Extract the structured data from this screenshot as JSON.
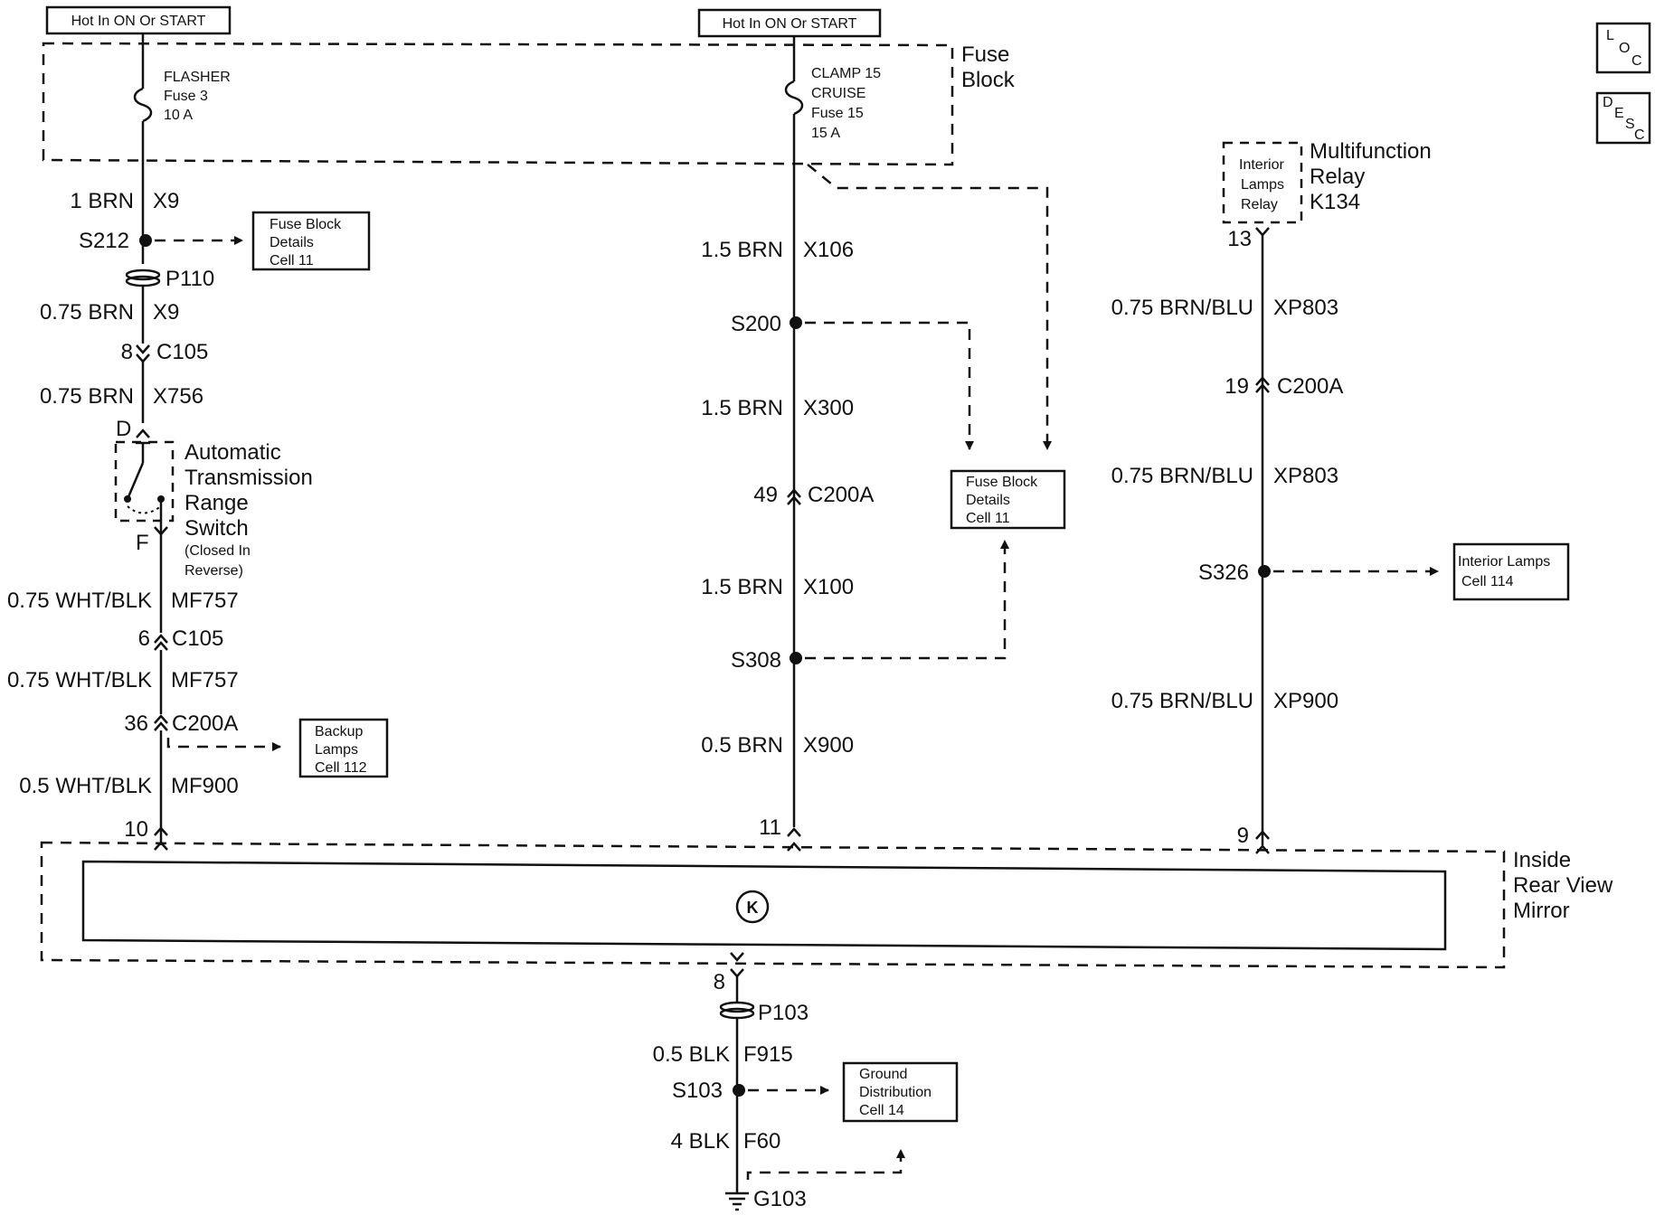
{
  "hot_left": "Hot In ON Or START",
  "hot_mid": "Hot In ON Or START",
  "fuse_block": [
    "Fuse",
    "Block"
  ],
  "fuse3": [
    "FLASHER",
    "Fuse 3",
    "10 A"
  ],
  "fuse15": [
    "CLAMP 15",
    "CRUISE",
    "Fuse 15",
    "15 A"
  ],
  "icons": {
    "loc": [
      "L",
      "O",
      "C"
    ],
    "desc": [
      "D",
      "E",
      "S",
      "C"
    ]
  },
  "left": {
    "w1_gauge": "1 BRN",
    "w1_circuit": "X9",
    "splice1": "S212",
    "ref1": [
      "Fuse Block",
      "Details",
      "Cell 11"
    ],
    "p110": "P110",
    "w2_gauge": "0.75 BRN",
    "w2_circuit": "X9",
    "c105a_pin": "8",
    "c105a": "C105",
    "w3_gauge": "0.75 BRN",
    "w3_circuit": "X756",
    "pin_d": "D",
    "pin_f": "F",
    "switch": [
      "Automatic",
      "Transmission",
      "Range",
      "Switch"
    ],
    "switch_note": [
      "(Closed In",
      "Reverse)"
    ],
    "w4_gauge": "0.75 WHT/BLK",
    "w4_circuit": "MF757",
    "c105b_pin": "6",
    "c105b": "C105",
    "w5_gauge": "0.75 WHT/BLK",
    "w5_circuit": "MF757",
    "c200a_pin": "36",
    "c200a": "C200A",
    "ref2": [
      "Backup",
      "Lamps",
      "Cell 112"
    ],
    "w6_gauge": "0.5 WHT/BLK",
    "w6_circuit": "MF900",
    "mirror_pin": "10"
  },
  "mid": {
    "w1_gauge": "1.5 BRN",
    "w1_circuit": "X106",
    "splice1": "S200",
    "w2_gauge": "1.5 BRN",
    "w2_circuit": "X300",
    "c200a_pin": "49",
    "c200a": "C200A",
    "w3_gauge": "1.5 BRN",
    "w3_circuit": "X100",
    "splice2": "S308",
    "w4_gauge": "0.5 BRN",
    "w4_circuit": "X900",
    "mirror_pin": "11",
    "ref": [
      "Fuse Block",
      "Details",
      "Cell 11"
    ]
  },
  "right": {
    "relay_box": [
      "Interior",
      "Lamps",
      "Relay"
    ],
    "relay_label": [
      "Multifunction",
      "Relay",
      "K134"
    ],
    "relay_pin": "13",
    "w1_gauge": "0.75 BRN/BLU",
    "w1_circuit": "XP803",
    "c200a_pin": "19",
    "c200a": "C200A",
    "w2_gauge": "0.75 BRN/BLU",
    "w2_circuit": "XP803",
    "splice": "S326",
    "ref": [
      "Interior Lamps",
      "Cell 114"
    ],
    "w3_gauge": "0.75 BRN/BLU",
    "w3_circuit": "XP900",
    "mirror_pin": "9"
  },
  "mirror": [
    "Inside",
    "Rear View",
    "Mirror"
  ],
  "mirror_icon": "K",
  "ground": {
    "pin": "8",
    "p103": "P103",
    "w1_gauge": "0.5 BLK",
    "w1_circuit": "F915",
    "splice": "S103",
    "ref": [
      "Ground",
      "Distribution",
      "Cell 14"
    ],
    "w2_gauge": "4 BLK",
    "w2_circuit": "F60",
    "g103": "G103"
  }
}
